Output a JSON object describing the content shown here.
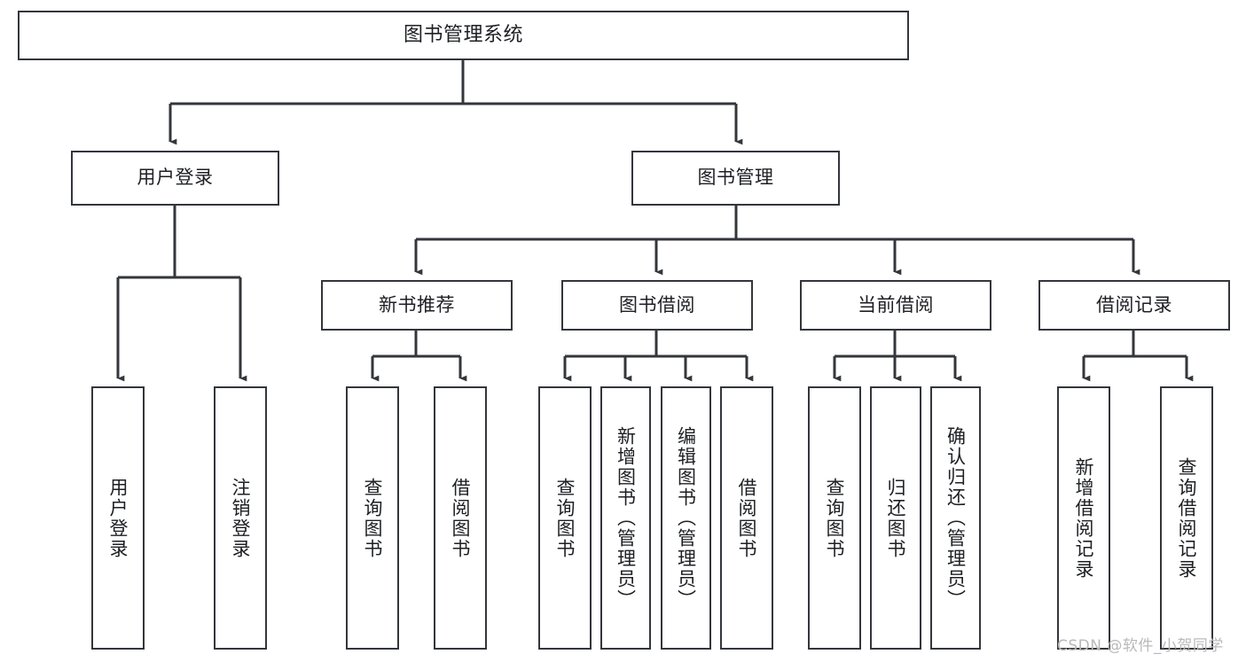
{
  "diagram": {
    "title": "图书管理系统",
    "type": "hierarchy-tree",
    "stroke_color": "#33363b",
    "text_color": "#1d1f23",
    "background": "#ffffff"
  },
  "root": {
    "label": "图书管理系统"
  },
  "level1": [
    {
      "label": "用户登录"
    },
    {
      "label": "图书管理"
    }
  ],
  "level2": [
    {
      "label": "新书推荐"
    },
    {
      "label": "图书借阅"
    },
    {
      "label": "当前借阅"
    },
    {
      "label": "借阅记录"
    }
  ],
  "leaves": {
    "user_login": [
      {
        "label": "用户登录"
      },
      {
        "label": "注销登录"
      }
    ],
    "new_book_recommend": [
      {
        "label": "查询图书"
      },
      {
        "label": "借阅图书"
      }
    ],
    "book_borrow": [
      {
        "label": "查询图书"
      },
      {
        "label": "新增图书（管理员）"
      },
      {
        "label": "编辑图书（管理员）"
      },
      {
        "label": "借阅图书"
      }
    ],
    "current_borrow": [
      {
        "label": "查询图书"
      },
      {
        "label": "归还图书"
      },
      {
        "label": "确认归还（管理员）"
      }
    ],
    "borrow_record": [
      {
        "label": "新增借阅记录"
      },
      {
        "label": "查询借阅记录"
      }
    ]
  },
  "watermark": {
    "text": "CSDN @软件_小贺同学"
  }
}
